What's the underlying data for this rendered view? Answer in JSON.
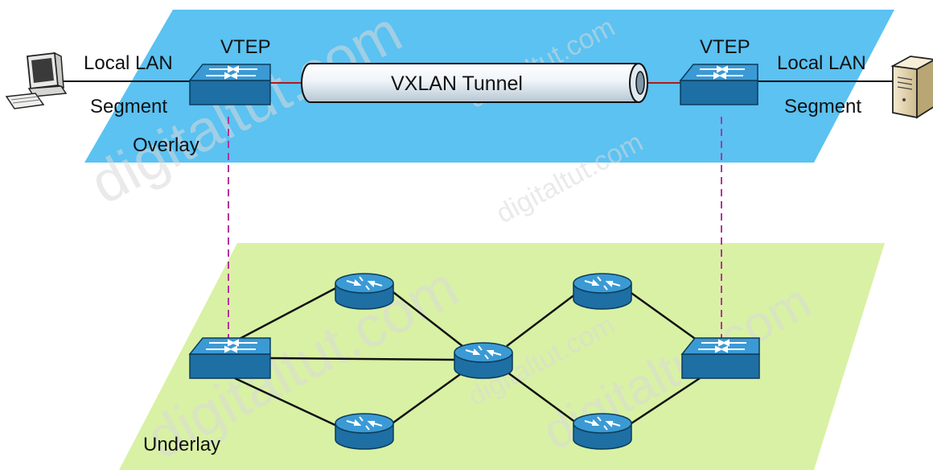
{
  "overlay": {
    "label": "Overlay",
    "tunnel_label": "VXLAN Tunnel",
    "left_vtep_label": "VTEP",
    "right_vtep_label": "VTEP",
    "left_lan_line1": "Local LAN",
    "left_lan_line2": "Segment",
    "right_lan_line1": "Local LAN",
    "right_lan_line2": "Segment"
  },
  "underlay": {
    "label": "Underlay"
  },
  "watermark": "digitaltut.com",
  "colors": {
    "overlay_plane": "#5bc2f2",
    "underlay_plane": "#d9f1a4",
    "device_body": "#1e6fa3",
    "device_top": "#3b9ad4",
    "vertical_link": "#b3349c",
    "tunnel_link": "#b01a1a"
  }
}
